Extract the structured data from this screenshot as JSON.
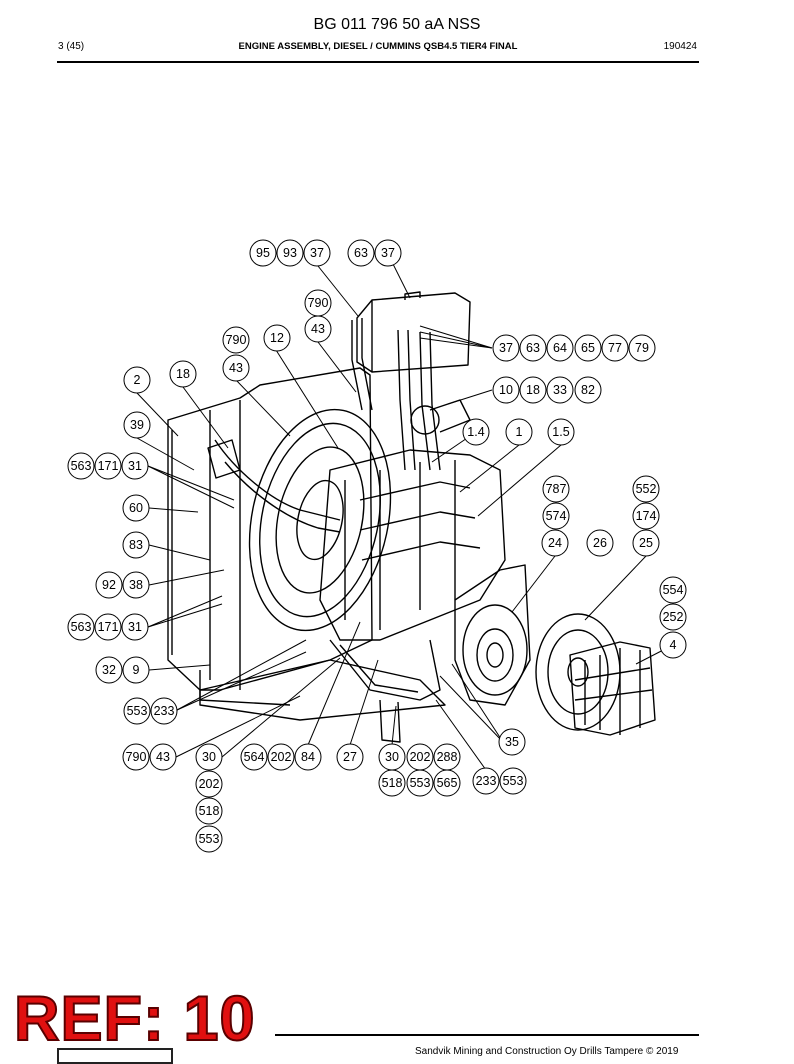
{
  "header": {
    "document_id": "BG 011 796 50 aA NSS",
    "page": "3 (45)",
    "title": "ENGINE ASSEMBLY, DIESEL / CUMMINS QSB4.5 TIER4 FINAL",
    "date": "190424"
  },
  "callouts": {
    "c95": "95",
    "c93": "93",
    "c37a": "37",
    "c63a": "63",
    "c37b": "37",
    "c790a": "790",
    "c43a": "43",
    "c790b": "790",
    "c12": "12",
    "c43b": "43",
    "c37c": "37",
    "c63b": "63",
    "c64": "64",
    "c65": "65",
    "c77": "77",
    "c79": "79",
    "c2": "2",
    "c18a": "18",
    "c10": "10",
    "c18b": "18",
    "c33": "33",
    "c82": "82",
    "c39": "39",
    "c1_4": "1.4",
    "c1": "1",
    "c1_5": "1.5",
    "c563a": "563",
    "c171a": "171",
    "c31a": "31",
    "c787": "787",
    "c552": "552",
    "c574": "574",
    "c174": "174",
    "c60": "60",
    "c83": "83",
    "c24": "24",
    "c26": "26",
    "c25": "25",
    "c92": "92",
    "c38": "38",
    "c554": "554",
    "c252": "252",
    "c563b": "563",
    "c171b": "171",
    "c31b": "31",
    "c4": "4",
    "c32": "32",
    "c9": "9",
    "c553a": "553",
    "c233a": "233",
    "c35": "35",
    "c790c": "790",
    "c43c": "43",
    "c30a": "30",
    "c564": "564",
    "c202a": "202",
    "c84": "84",
    "c27": "27",
    "c30b": "30",
    "c202b": "202",
    "c288": "288",
    "c202c": "202",
    "c518a": "518",
    "c553b": "553",
    "c565": "565",
    "c233b": "233",
    "c553c": "553",
    "c518b": "518",
    "c553d": "553"
  },
  "stamp": {
    "text": "REF: 10"
  },
  "footer": {
    "copyright": "Sandvik Mining and Construction Oy Drills Tampere © 2019"
  }
}
